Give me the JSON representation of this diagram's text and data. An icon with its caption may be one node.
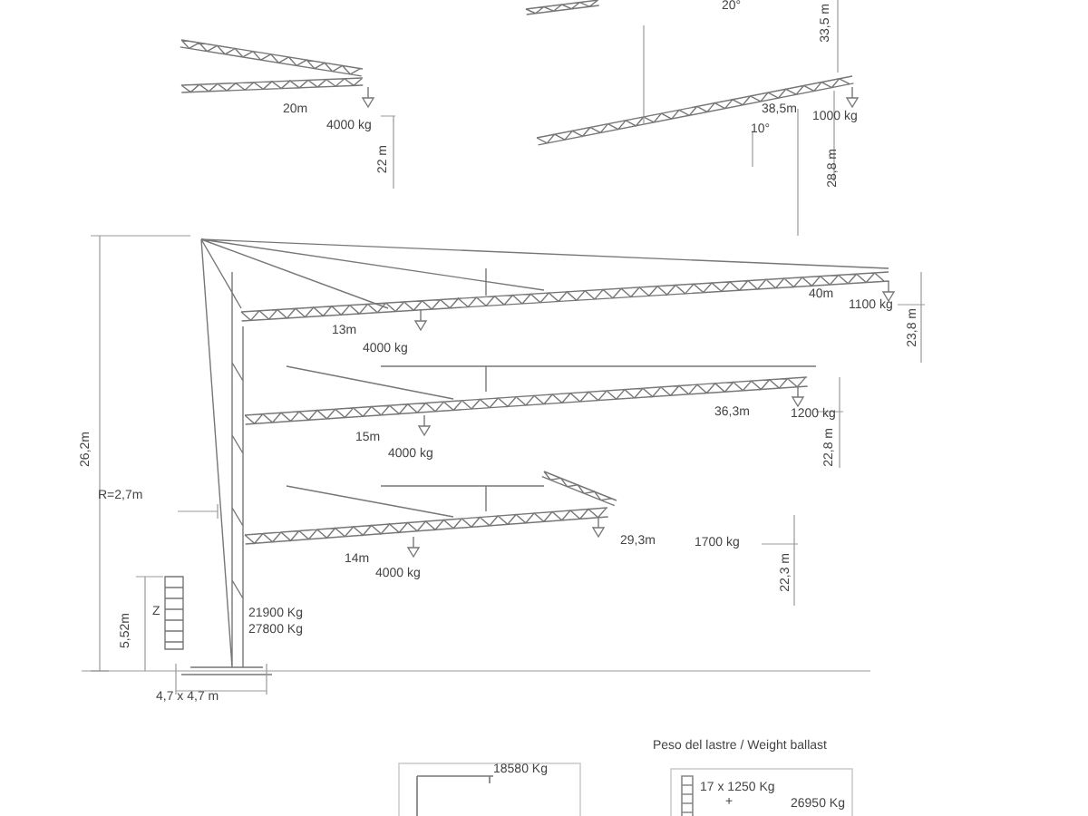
{
  "diagram": {
    "labels": [
      "20°",
      "33,5 m",
      "20m",
      "4000 kg",
      "22 m",
      "38,5m",
      "1000 kg",
      "10°",
      "28,8 m",
      "40m",
      "1100 kg",
      "23,8 m",
      "13m",
      "4000 kg",
      "15m",
      "4000 kg",
      "36,3m",
      "1200 kg",
      "22,8 m",
      "26,2m",
      "R=2,7m",
      "14m",
      "4000 kg",
      "29,3m",
      "1700 kg",
      "22,3 m",
      "Z",
      "5,52m",
      "21900 Kg",
      "27800 Kg",
      "4,7 x 4,7 m",
      "18580 Kg",
      "Peso del lastre / Weight ballast",
      "17 x 1250 Kg",
      "+",
      "26950 Kg"
    ]
  }
}
